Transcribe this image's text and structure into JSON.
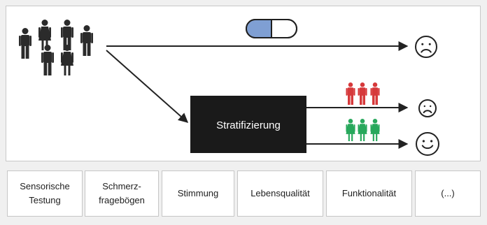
{
  "diagram": {
    "stratification_label": "Stratifizierung",
    "colors": {
      "population": "#2b2b2b",
      "bad_responders": "#d6393b",
      "good_responders": "#28a85c",
      "box": "#1a1a1a",
      "pill_left": "#7f9fd3",
      "face": "#222222",
      "arrow": "#222222"
    },
    "icons": {
      "population": "people-group-icon",
      "treatment": "pill-capsule-icon",
      "outcome_all": "sad-face-icon",
      "outcome_red": "sad-face-icon",
      "outcome_green": "happy-face-icon"
    }
  },
  "categories": [
    {
      "label": "Sensorische\nTestung"
    },
    {
      "label": "Schmerz-\nfragebögen"
    },
    {
      "label": "Stimmung"
    },
    {
      "label": "Lebensqualität"
    },
    {
      "label": "Funktionalität"
    },
    {
      "label": "(...)"
    }
  ]
}
